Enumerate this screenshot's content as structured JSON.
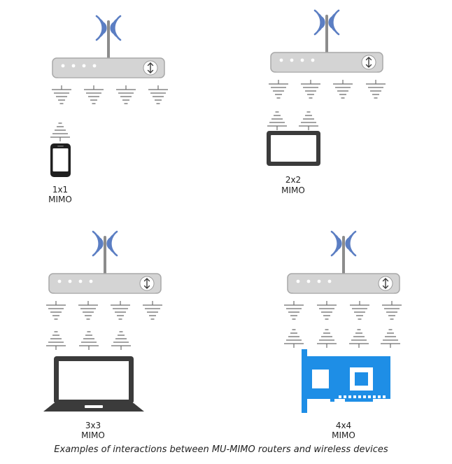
{
  "colors": {
    "router_body": "#d4d4d4",
    "router_stroke": "#a8a8a8",
    "router_top": "#ededed",
    "wave_blue": "#5b7ec3",
    "antenna_gray": "#8c8c8c",
    "device_dark": "#3b3b3b",
    "nic_blue": "#1e8ee6"
  },
  "icons": {
    "router": "wireless-router-icon",
    "antenna": "antenna-symbol-icon",
    "phone": "smartphone-icon",
    "tablet": "tablet-icon",
    "laptop": "laptop-icon",
    "nic": "network-card-icon"
  },
  "panels": [
    {
      "id": "1x1",
      "size_label": "1x1",
      "mode_label": "MIMO",
      "device": "phone"
    },
    {
      "id": "2x2",
      "size_label": "2x2",
      "mode_label": "MIMO",
      "device": "tablet"
    },
    {
      "id": "3x3",
      "size_label": "3x3",
      "mode_label": "MIMO",
      "device": "laptop"
    },
    {
      "id": "4x4",
      "size_label": "4x4",
      "mode_label": "MIMO",
      "device": "nic"
    }
  ],
  "caption": "Examples of interactions between MU-MIMO routers and wireless devices"
}
